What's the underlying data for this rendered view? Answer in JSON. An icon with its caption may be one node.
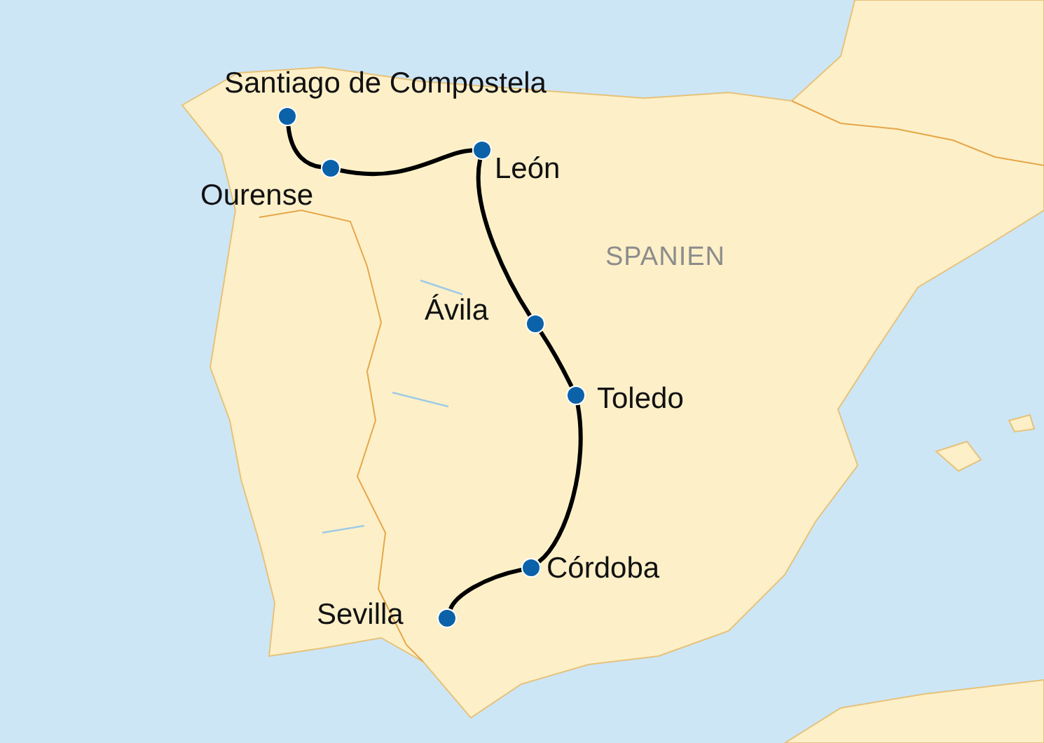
{
  "diagram": {
    "nodes": [
      {
        "text": [],
        "shape": "circle",
        "beside": [
          "Santiago de Compostela"
        ]
      },
      {
        "text": [],
        "shape": "circle",
        "beside": [
          "Ourense"
        ]
      },
      {
        "text": [],
        "shape": "circle",
        "beside": [
          "León"
        ]
      },
      {
        "text": [],
        "shape": "circle",
        "beside": [
          "Ávila"
        ]
      },
      {
        "text": [],
        "shape": "circle",
        "beside": [
          "Toledo"
        ]
      },
      {
        "text": [],
        "shape": "circle",
        "beside": [
          "Córdoba"
        ]
      },
      {
        "text": [],
        "shape": "circle",
        "beside": [
          "Sevilla"
        ]
      }
    ],
    "edges": [
      {
        "from": 0,
        "to": 1,
        "arrow": "none"
      },
      {
        "from": 1,
        "to": 2,
        "arrow": "none"
      },
      {
        "from": 2,
        "to": 3,
        "arrow": "none"
      },
      {
        "from": 3,
        "to": 4,
        "arrow": "none"
      },
      {
        "from": 4,
        "to": 5,
        "arrow": "none"
      },
      {
        "from": 5,
        "to": 6,
        "arrow": "none"
      }
    ],
    "labels": [
      "SPANIEN"
    ]
  }
}
